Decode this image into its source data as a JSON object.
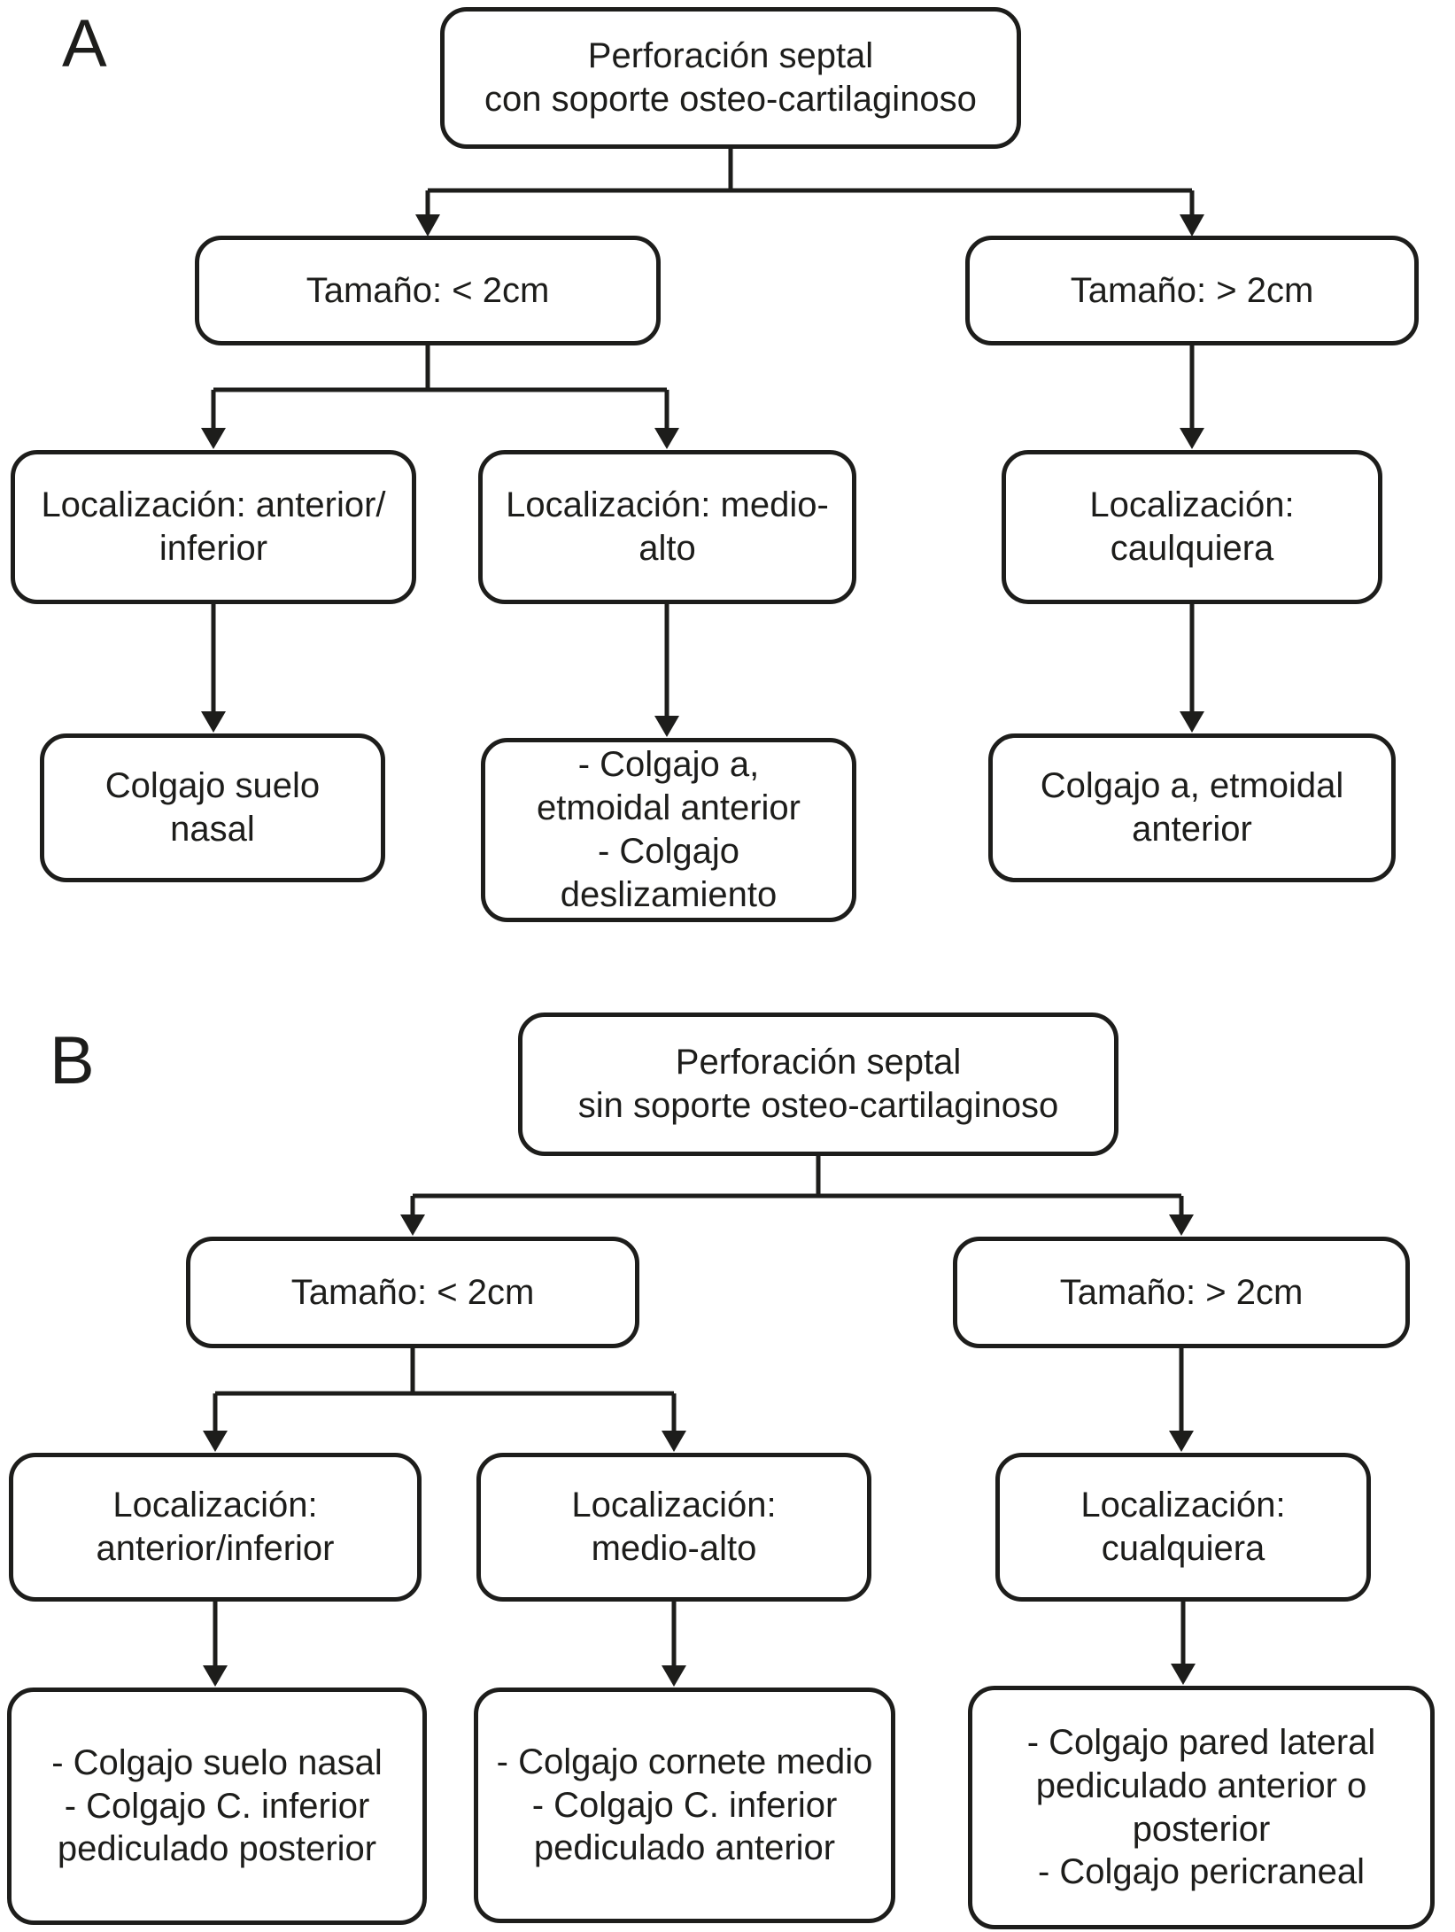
{
  "style": {
    "ink": "#1d1d1b",
    "paper": "#ffffff"
  },
  "panel_a": {
    "label": "A",
    "root": "Perforación septal\ncon soporte osteo-cartilaginoso",
    "size_small": "Tamaño: < 2cm",
    "size_large": "Tamaño: > 2cm",
    "loc_anterior": "Localización: anterior/\ninferior",
    "loc_medio": "Localización: medio-\nalto",
    "loc_any": "Localización:\ncaulquiera",
    "flap_anterior": "Colgajo suelo\nnasal",
    "flap_medio": "- Colgajo a,\netmoidal anterior\n- Colgajo\ndeslizamiento",
    "flap_any": "Colgajo a, etmoidal\nanterior"
  },
  "panel_b": {
    "label": "B",
    "root": "Perforación septal\nsin soporte osteo-cartilaginoso",
    "size_small": "Tamaño: < 2cm",
    "size_large": "Tamaño: > 2cm",
    "loc_anterior": "Localización:\nanterior/inferior",
    "loc_medio": "Localización:\nmedio-alto",
    "loc_any": "Localización:\ncualquiera",
    "flap_anterior": "- Colgajo suelo nasal\n- Colgajo C. inferior\npediculado posterior",
    "flap_medio": "- Colgajo cornete medio\n- Colgajo C. inferior\npediculado anterior",
    "flap_any": "- Colgajo pared lateral\npediculado anterior o\nposterior\n- Colgajo pericraneal"
  }
}
